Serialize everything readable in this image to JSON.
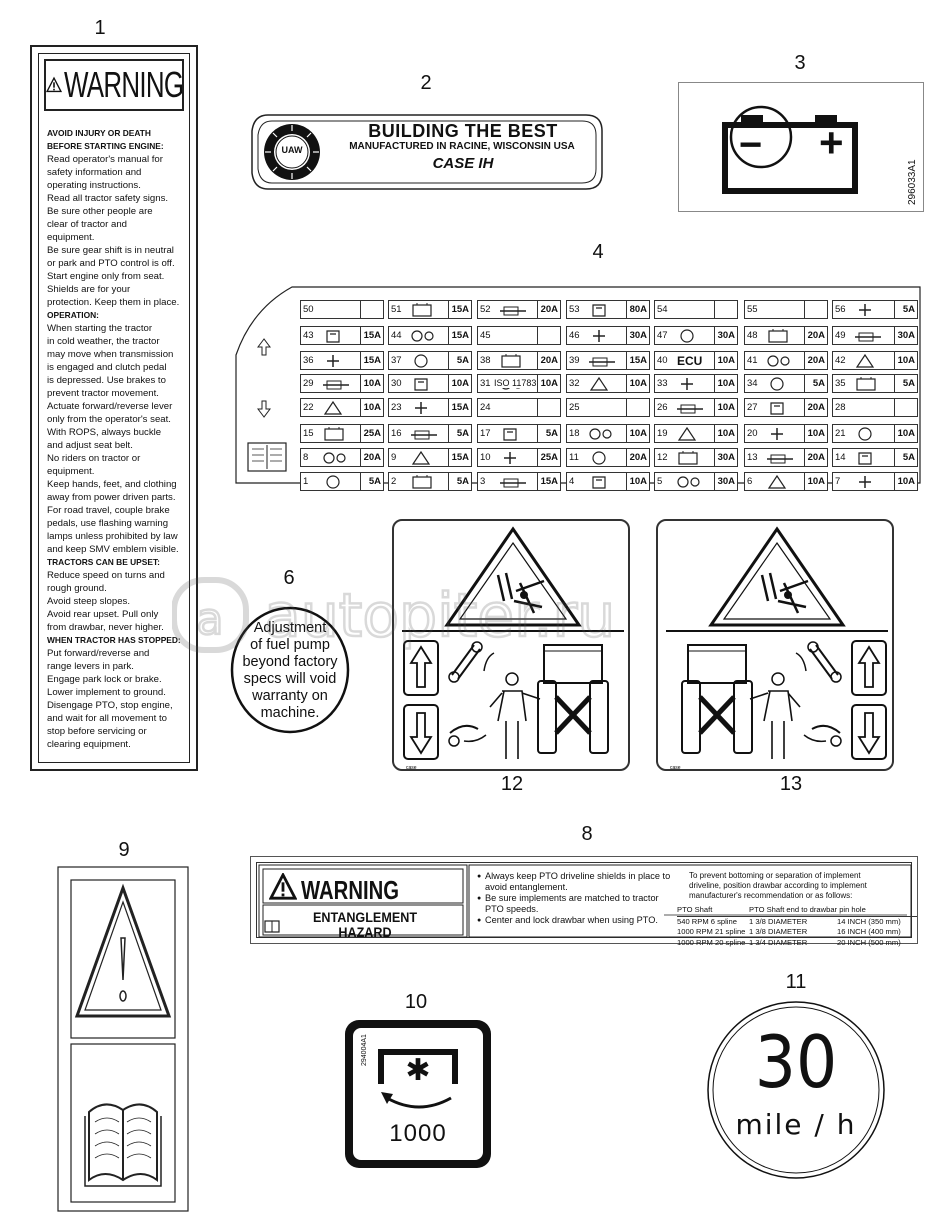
{
  "callouts": {
    "c1": "1",
    "c2": "2",
    "c3": "3",
    "c4": "4",
    "c6": "6",
    "c12": "12",
    "c13": "13",
    "c8": "8",
    "c9": "9",
    "c10": "10",
    "c11": "11"
  },
  "decal1": {
    "title": "WARNING",
    "lines": [
      {
        "t": "AVOID INJURY OR DEATH",
        "h": true
      },
      {
        "t": "BEFORE STARTING ENGINE:",
        "h": true
      },
      {
        "t": "Read operator's manual for",
        "h": false
      },
      {
        "t": "safety information and",
        "h": false
      },
      {
        "t": "operating instructions.",
        "h": false
      },
      {
        "t": "Read all tractor safety signs.",
        "h": false
      },
      {
        "t": "Be sure other people are",
        "h": false
      },
      {
        "t": "clear of tractor and",
        "h": false
      },
      {
        "t": "equipment.",
        "h": false
      },
      {
        "t": "Be sure gear shift is in neutral",
        "h": false
      },
      {
        "t": "or park and PTO control is off.",
        "h": false
      },
      {
        "t": "Start engine only from seat.",
        "h": false
      },
      {
        "t": "Shields are for your",
        "h": false
      },
      {
        "t": "protection. Keep them in place.",
        "h": false
      },
      {
        "t": "OPERATION:",
        "h": true
      },
      {
        "t": "When starting the tractor",
        "h": false
      },
      {
        "t": "in cold weather, the tractor",
        "h": false
      },
      {
        "t": "may move when transmission",
        "h": false
      },
      {
        "t": "is engaged and clutch pedal",
        "h": false
      },
      {
        "t": "is depressed. Use brakes to",
        "h": false
      },
      {
        "t": "prevent tractor movement.",
        "h": false
      },
      {
        "t": "Actuate forward/reverse lever",
        "h": false
      },
      {
        "t": "only from the operator's seat.",
        "h": false
      },
      {
        "t": "With ROPS, always buckle",
        "h": false
      },
      {
        "t": "and adjust seat belt.",
        "h": false
      },
      {
        "t": "No riders on tractor or",
        "h": false
      },
      {
        "t": "equipment.",
        "h": false
      },
      {
        "t": "Keep hands, feet, and clothing",
        "h": false
      },
      {
        "t": "away from power driven parts.",
        "h": false
      },
      {
        "t": "For road travel, couple brake",
        "h": false
      },
      {
        "t": "pedals, use flashing warning",
        "h": false
      },
      {
        "t": "lamps unless prohibited by law",
        "h": false
      },
      {
        "t": "and keep SMV emblem visible.",
        "h": false
      },
      {
        "t": "TRACTORS CAN BE UPSET:",
        "h": true
      },
      {
        "t": "Reduce speed on turns and",
        "h": false
      },
      {
        "t": "rough ground.",
        "h": false
      },
      {
        "t": "Avoid steep slopes.",
        "h": false
      },
      {
        "t": "Avoid rear upset. Pull only",
        "h": false
      },
      {
        "t": "from drawbar, never higher.",
        "h": false
      },
      {
        "t": "WHEN TRACTOR HAS STOPPED:",
        "h": true
      },
      {
        "t": "Put forward/reverse and",
        "h": false
      },
      {
        "t": "range levers in park.",
        "h": false
      },
      {
        "t": "Engage park lock or brake.",
        "h": false
      },
      {
        "t": "Lower implement to ground.",
        "h": false
      },
      {
        "t": "Disengage PTO, stop engine,",
        "h": false
      },
      {
        "t": "and wait for all movement to",
        "h": false
      },
      {
        "t": "stop before servicing or",
        "h": false
      },
      {
        "t": "clearing equipment.",
        "h": false
      }
    ]
  },
  "decal2": {
    "line1": "BUILDING THE BEST",
    "line2": "MANUFACTURED IN RACINE, WISCONSIN USA",
    "brand": "CASE IH",
    "union": "UAW"
  },
  "decal3": {
    "code": "296033A1",
    "neg": "−",
    "pos": "+"
  },
  "decal4": {
    "row_y": [
      300,
      326,
      351,
      374,
      398,
      424,
      448,
      472
    ],
    "col_x": [
      300,
      388,
      477,
      566,
      654,
      744,
      832
    ],
    "col_w": [
      84,
      84,
      84,
      84,
      84,
      84,
      86
    ],
    "rows": [
      [
        [
          "50",
          ""
        ],
        [
          "51",
          "15A"
        ],
        [
          "52",
          "20A"
        ],
        [
          "53",
          "80A"
        ],
        [
          "54",
          ""
        ],
        [
          "55",
          ""
        ],
        [
          "56",
          "5A"
        ]
      ],
      [
        [
          "43",
          "15A"
        ],
        [
          "44",
          "15A"
        ],
        [
          "45",
          ""
        ],
        [
          "46",
          "30A"
        ],
        [
          "47",
          "30A"
        ],
        [
          "48",
          "20A"
        ],
        [
          "49",
          "30A"
        ]
      ],
      [
        [
          "36",
          "15A"
        ],
        [
          "37",
          "5A"
        ],
        [
          "38",
          "20A"
        ],
        [
          "39",
          "15A"
        ],
        [
          "40",
          "10A"
        ],
        [
          "41",
          "20A"
        ],
        [
          "42",
          "10A"
        ]
      ],
      [
        [
          "29",
          "10A"
        ],
        [
          "30",
          "10A"
        ],
        [
          "31",
          "10A"
        ],
        [
          "32",
          "10A"
        ],
        [
          "33",
          "10A"
        ],
        [
          "34",
          "5A"
        ],
        [
          "35",
          "5A"
        ]
      ],
      [
        [
          "22",
          "10A"
        ],
        [
          "23",
          "15A"
        ],
        [
          "24",
          ""
        ],
        [
          "25",
          ""
        ],
        [
          "26",
          "10A"
        ],
        [
          "27",
          "20A"
        ],
        [
          "28",
          ""
        ]
      ],
      [
        [
          "15",
          "25A"
        ],
        [
          "16",
          "5A"
        ],
        [
          "17",
          "5A"
        ],
        [
          "18",
          "10A"
        ],
        [
          "19",
          "10A"
        ],
        [
          "20",
          "10A"
        ],
        [
          "21",
          "10A"
        ]
      ],
      [
        [
          "8",
          "20A"
        ],
        [
          "9",
          "15A"
        ],
        [
          "10",
          "25A"
        ],
        [
          "11",
          "20A"
        ],
        [
          "12",
          "30A"
        ],
        [
          "13",
          "20A"
        ],
        [
          "14",
          "5A"
        ]
      ],
      [
        [
          "1",
          "5A"
        ],
        [
          "2",
          "5A"
        ],
        [
          "3",
          "15A"
        ],
        [
          "4",
          "10A"
        ],
        [
          "5",
          "30A"
        ],
        [
          "6",
          "10A"
        ],
        [
          "7",
          "10A"
        ]
      ]
    ],
    "labels": {
      "ecu": "ECU",
      "iso": "ISO 11783"
    }
  },
  "decal6": {
    "text": [
      "Adjustment",
      "of fuel pump",
      "beyond factory",
      "specs will void",
      "warranty on",
      "machine."
    ]
  },
  "decal8": {
    "title": "WARNING",
    "hazard1": "ENTANGLEMENT",
    "hazard2": "HAZARD",
    "bullets": [
      "Always keep PTO driveline shields in place to avoid entanglement.",
      "Be sure implements are matched to tractor PTO speeds.",
      "Center and lock drawbar when using PTO."
    ],
    "right": [
      "To prevent bottoming or separation of implement",
      "driveline, position drawbar according to implement",
      "manufacturer's recommendation or as follows:"
    ],
    "table": [
      [
        "PTO Shaft",
        "PTO Shaft end to drawbar pin hole",
        ""
      ],
      [
        "540 RPM 6 spline",
        "1 3/8 DIAMETER",
        "14 INCH (350 mm)"
      ],
      [
        "1000 RPM 21 spline",
        "1 3/8 DIAMETER",
        "16 INCH (400 mm)"
      ],
      [
        "1000 RPM 20 spline",
        "1 3/4 DIAMETER",
        "20 INCH (500 mm)"
      ]
    ]
  },
  "decal10": {
    "value": "1000",
    "code": "294004A1"
  },
  "decal11": {
    "speed": "30",
    "unit": "mile / h"
  },
  "watermark": {
    "text": "autopiter.ru"
  },
  "colors": {
    "ink": "#111111",
    "line": "#333333",
    "paper": "#ffffff"
  }
}
